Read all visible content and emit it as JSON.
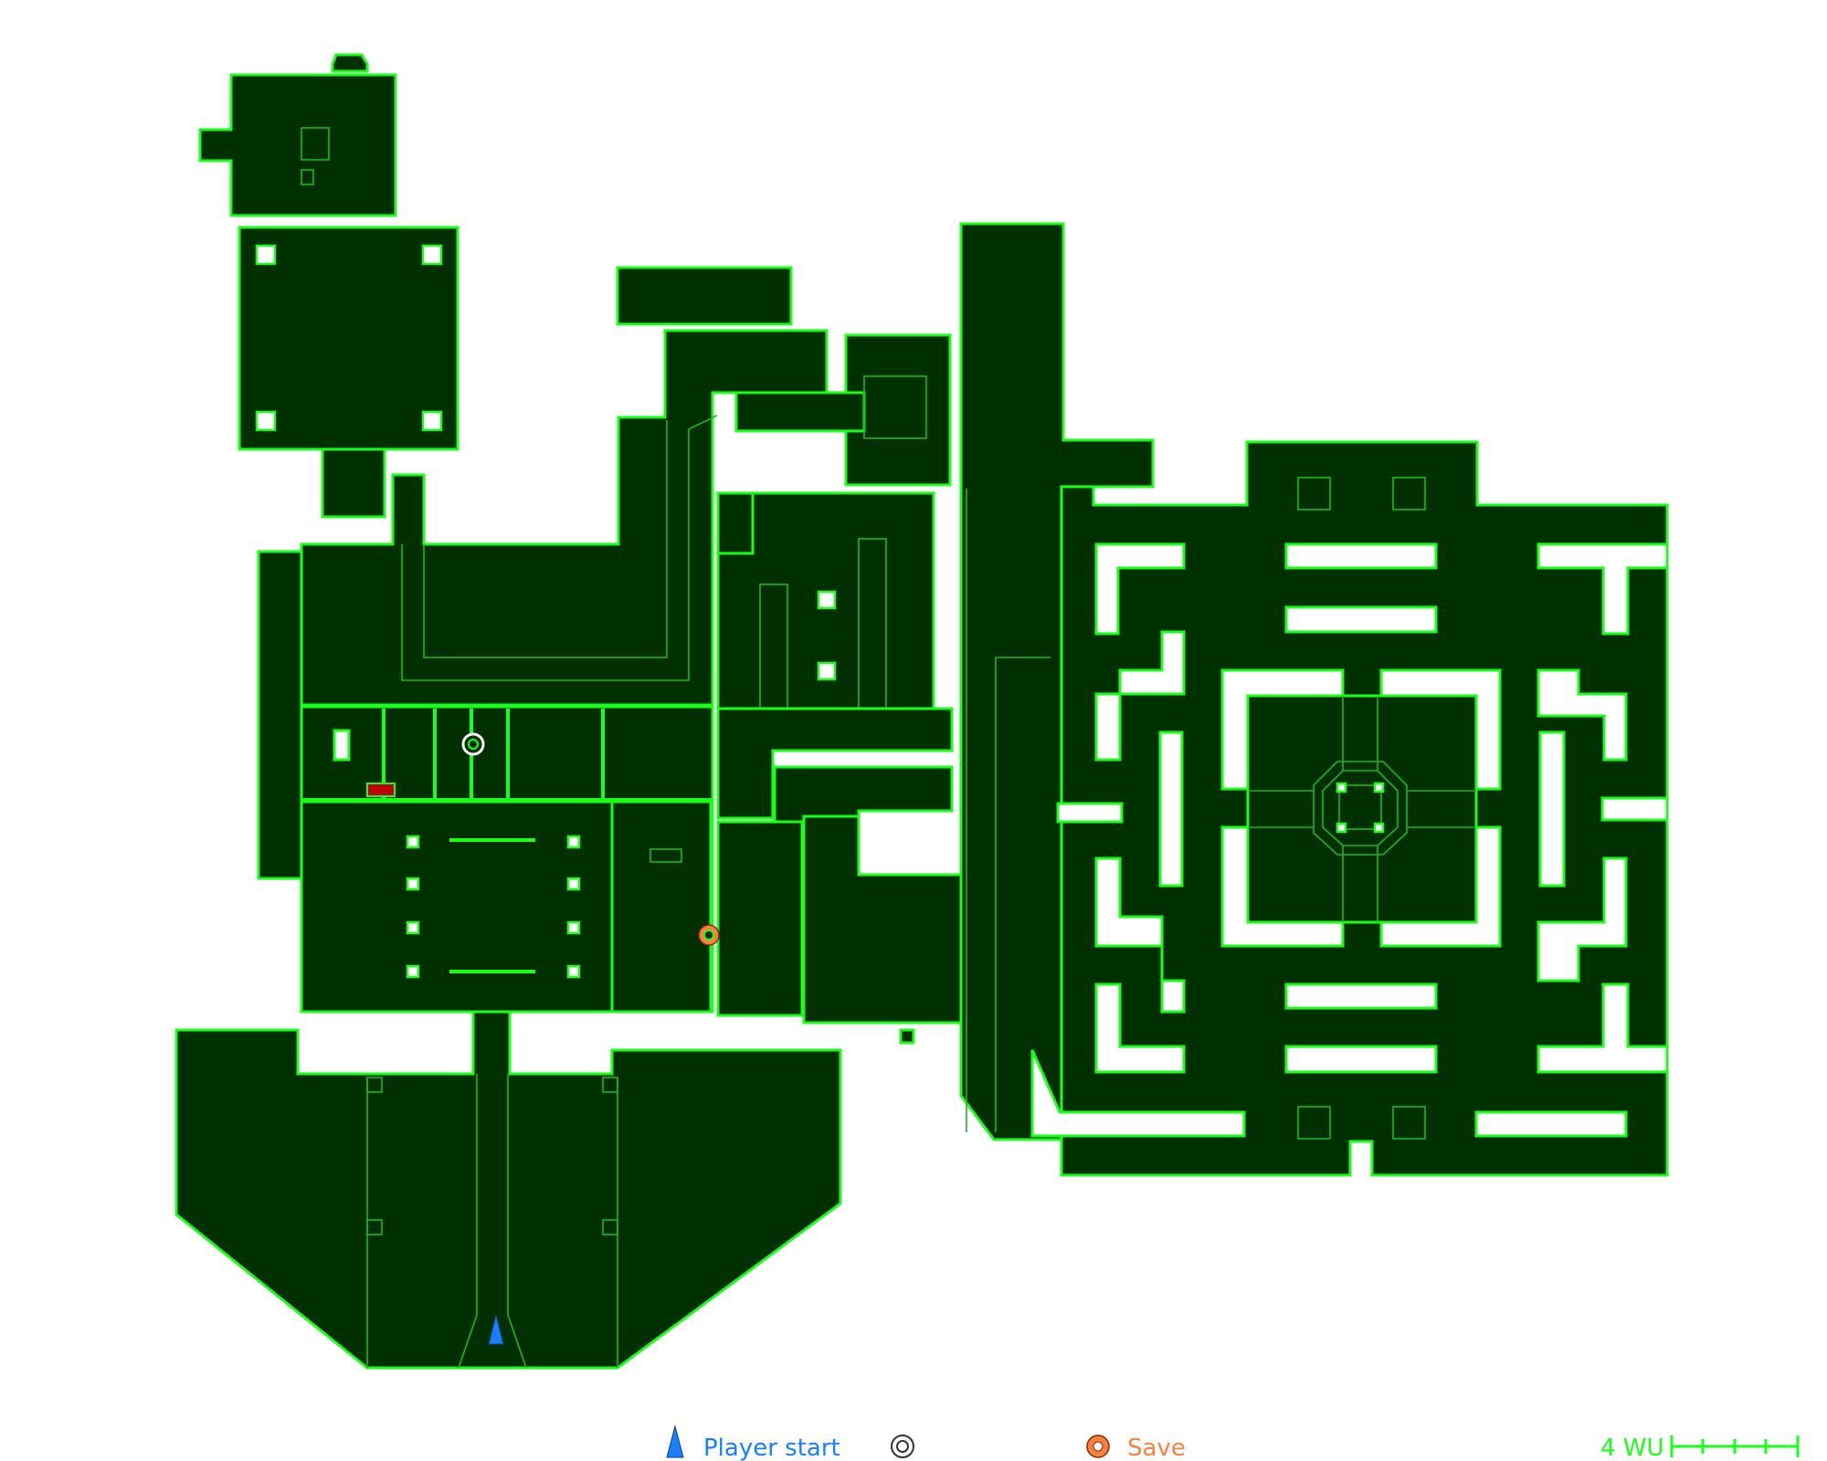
{
  "map": {
    "colors": {
      "fill": "#003000",
      "wall": "#1aff1a",
      "inner_line": "#1db41d",
      "background": "#ffffff",
      "locked_door": "#c00000",
      "player_start": "#1a7fff",
      "save": "#ff7f3f"
    },
    "markers": [
      {
        "type": "player-start-icon"
      },
      {
        "type": "item-icon"
      },
      {
        "type": "save-icon"
      }
    ]
  },
  "legend": {
    "player_start_label": "Player start",
    "item_label": "",
    "save_label": "Save"
  },
  "scale": {
    "label": "4 WU",
    "segments": 4
  }
}
